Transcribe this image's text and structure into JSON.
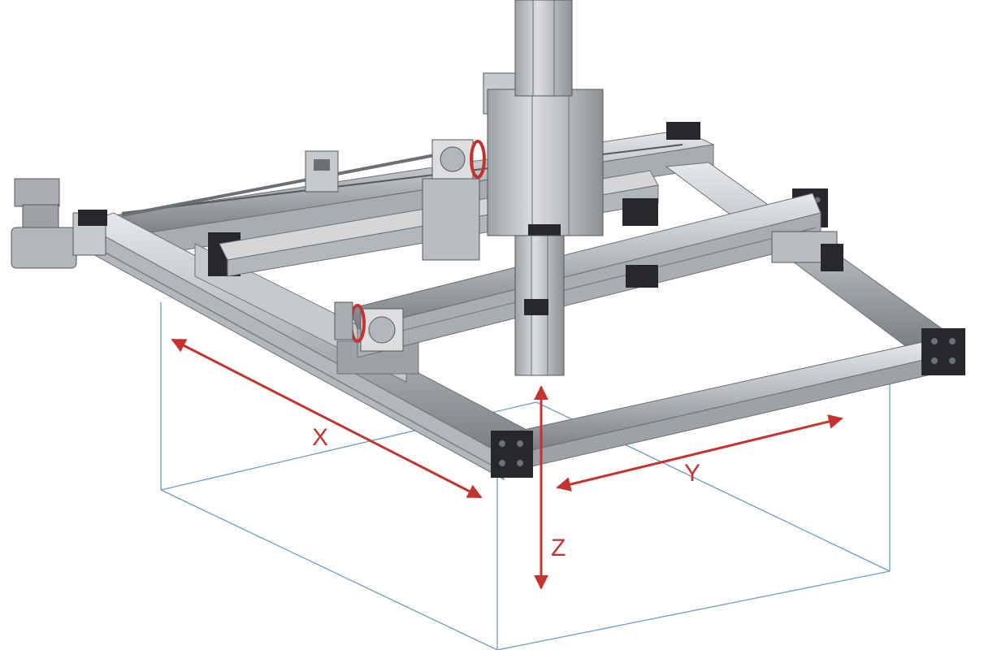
{
  "axes": {
    "x_label": "X",
    "y_label": "Y",
    "z_label": "Z"
  },
  "colors": {
    "axis_arrow": "#c4332f",
    "work_envelope": "#6f9cc4",
    "frame_light": "#d4d6d8",
    "frame_mid": "#a9adb1",
    "frame_dark": "#6c7075",
    "bracket": "#26282b",
    "accent_ring": "#c4332f"
  },
  "icons": {
    "x_motor": "gear-motor-icon",
    "y_motor": "servo-motor-icon",
    "z_column": "vertical-actuator-icon"
  }
}
